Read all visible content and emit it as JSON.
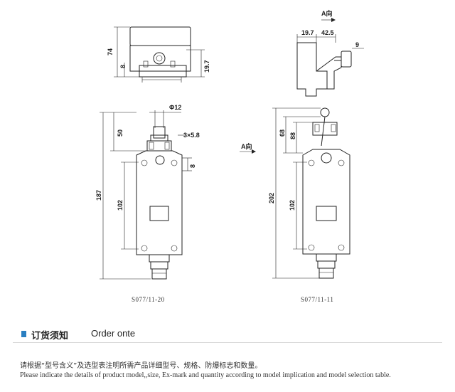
{
  "drawing": {
    "dims": {
      "a_view": "A向",
      "d197": "19.7",
      "d425": "42.5",
      "d9": "9",
      "d74": "74",
      "d8_top": "8",
      "d197_side": "19.7",
      "phi12": "Φ12",
      "d50": "50",
      "slot": "3×5.8",
      "d187": "187",
      "d102_left": "102",
      "d8_right": "8",
      "d68": "68",
      "d88": "88",
      "a_arrow": "A向",
      "d202": "202",
      "d102_right": "102"
    },
    "captions": {
      "left": "S077/11-20",
      "right": "S077/11-11"
    }
  },
  "section": {
    "title_cn": "订货须知",
    "title_en": "Order onte"
  },
  "notes": {
    "cn": "请根据“型号含义”及选型表注明所需产品详细型号、规格、防爆标志和数量。",
    "en": "Please indicate the details of product model,,size, Ex-mark and quantity according to model implication and model selection table."
  }
}
